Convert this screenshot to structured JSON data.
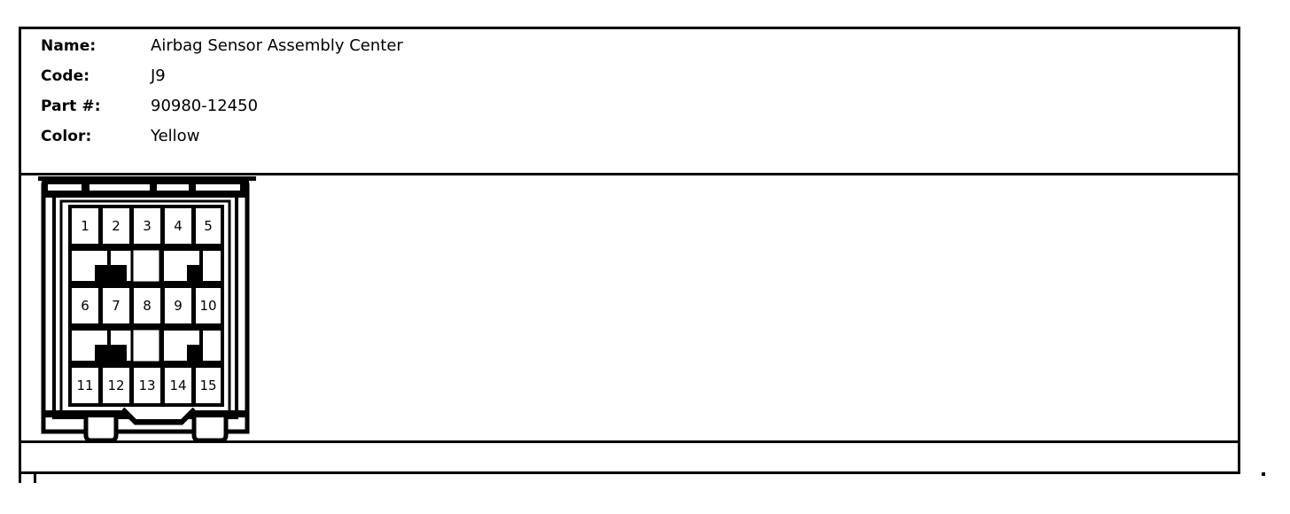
{
  "header": {
    "fields": [
      {
        "label": "Name:",
        "value": "Airbag Sensor Assembly Center"
      },
      {
        "label": "Code:",
        "value": "J9"
      },
      {
        "label": "Part #:",
        "value": "90980-12450"
      },
      {
        "label": "Color:",
        "value": "Yellow"
      }
    ]
  },
  "connector": {
    "name": "connector-pinout-diagram",
    "total_pins": 15,
    "rows": [
      {
        "pins": [
          "1",
          "2",
          "3",
          "4",
          "5"
        ]
      },
      {
        "pins": [
          "6",
          "7",
          "8",
          "9",
          "10"
        ]
      },
      {
        "pins": [
          "11",
          "12",
          "13",
          "14",
          "15"
        ]
      }
    ],
    "stroke_color": "#000000",
    "fill_color": "#ffffff"
  },
  "colors": {
    "ink": "#000000",
    "paper": "#ffffff"
  }
}
